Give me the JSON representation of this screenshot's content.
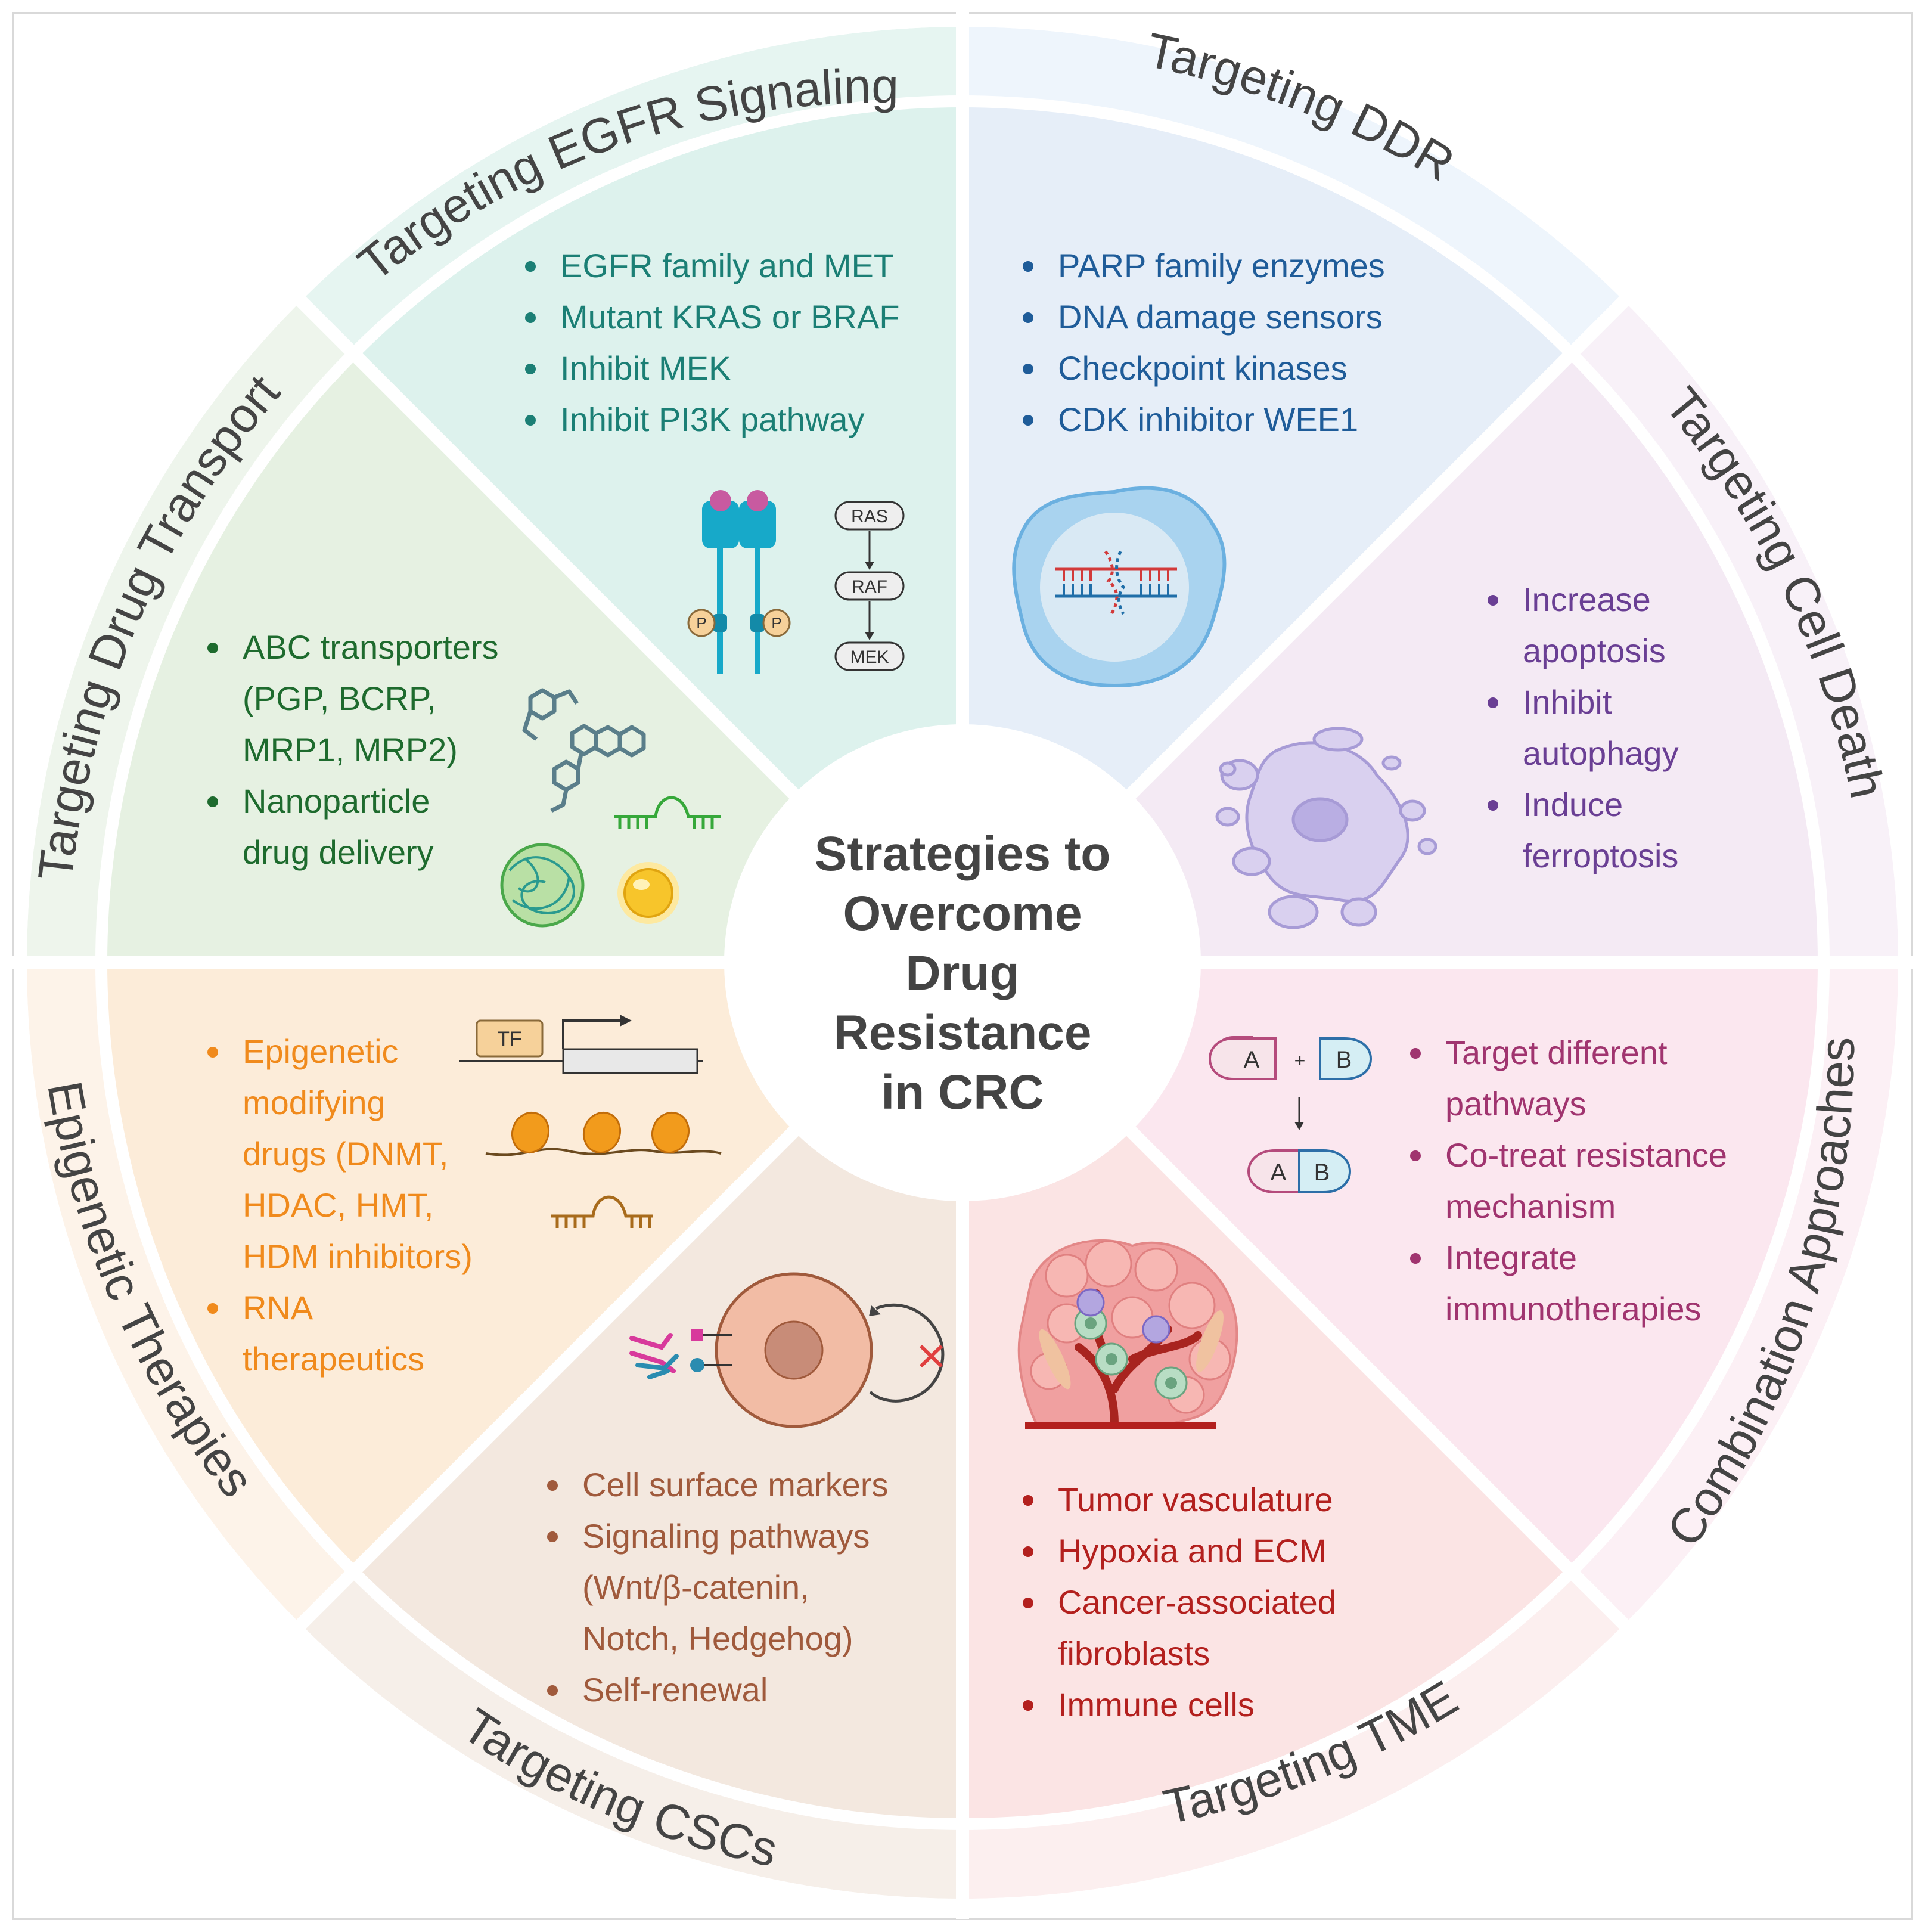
{
  "center_title": [
    "Strategies to",
    "Overcome",
    "Drug",
    "Resistance",
    "in CRC"
  ],
  "sectors": [
    {
      "id": "egfr",
      "ring_label": "Targeting EGFR Signaling",
      "color": "#1b7f75",
      "items": [
        "EGFR family and MET",
        "Mutant KRAS or BRAF",
        "Inhibit MEK",
        "Inhibit PI3K pathway"
      ]
    },
    {
      "id": "ddr",
      "ring_label": "Targeting DDR",
      "color": "#1f5c99",
      "items": [
        "PARP family enzymes",
        "DNA damage sensors",
        "Checkpoint kinases",
        "CDK inhibitor WEE1"
      ]
    },
    {
      "id": "death",
      "ring_label": "Targeting Cell Death",
      "color": "#6a3f94",
      "items": [
        "Increase",
        "apoptosis",
        "Inhibit",
        "autophagy",
        "Induce",
        "ferroptosis"
      ]
    },
    {
      "id": "combo",
      "ring_label": "Combination Approaches",
      "color": "#a0346f",
      "items": [
        "Target different",
        "pathways",
        "Co-treat resistance",
        "mechanism",
        "Integrate",
        "immunotherapies"
      ]
    },
    {
      "id": "tme",
      "ring_label": "Targeting TME",
      "color": "#b3201e",
      "items": [
        "Tumor vasculature",
        "Hypoxia and ECM",
        "Cancer-associated",
        "fibroblasts",
        "Immune cells"
      ]
    },
    {
      "id": "cscs",
      "ring_label": "Targeting CSCs",
      "color": "#a05a3c",
      "items": [
        "Cell surface markers",
        "Signaling pathways",
        "(Wnt/β-catenin,",
        "Notch, Hedgehog)",
        "Self-renewal"
      ]
    },
    {
      "id": "epi",
      "ring_label": "Epigenetic Therapies",
      "color": "#f08a1c",
      "items": [
        "Epigenetic",
        "modifying",
        "drugs (DNMT,",
        "HDAC, HMT,",
        "HDM inhibitors)",
        "RNA",
        "therapeutics"
      ]
    },
    {
      "id": "transport",
      "ring_label": "Targeting Drug Transport",
      "color": "#1e6b2e",
      "items": [
        "ABC transporters",
        "(PGP, BCRP,",
        "MRP1, MRP2)",
        "Nanoparticle",
        "drug delivery"
      ]
    }
  ],
  "icon_labels": {
    "ras": "RAS",
    "raf": "RAF",
    "mek": "MEK",
    "phospho": "P",
    "tf": "TF",
    "combo_a": "A",
    "combo_b": "B",
    "plus": "+"
  }
}
